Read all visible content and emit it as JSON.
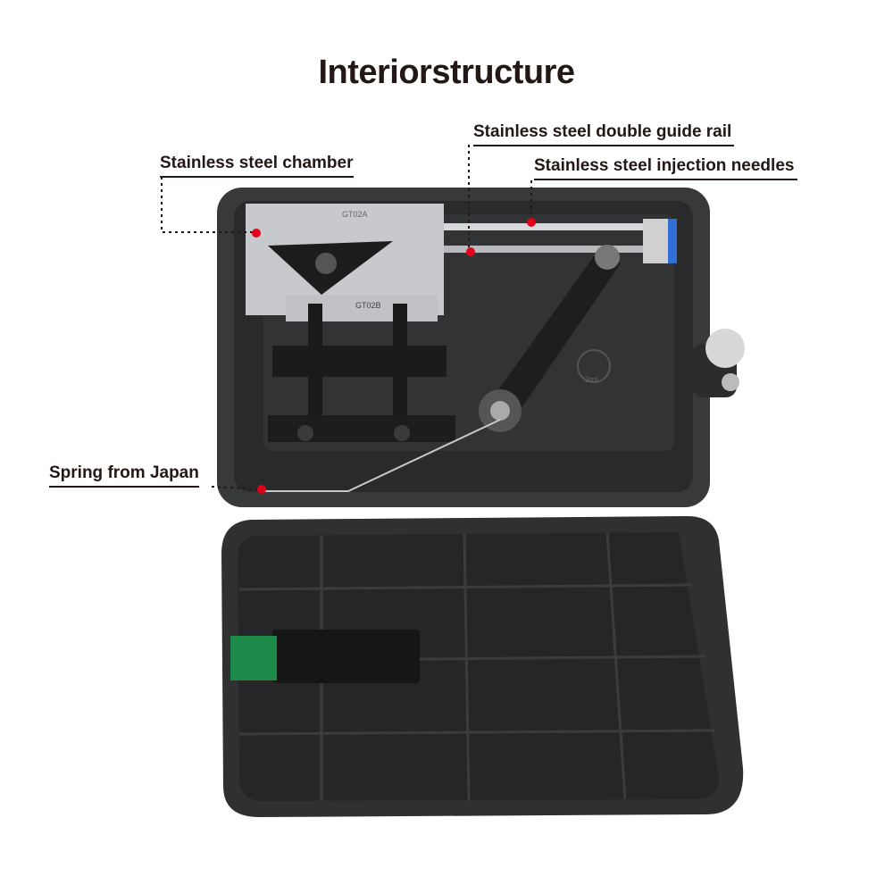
{
  "title": "Interiorstructure",
  "annotations": [
    {
      "id": "chamber",
      "text": "Stainless steel chamber"
    },
    {
      "id": "guide_rail",
      "text": "Stainless steel double guide rail"
    },
    {
      "id": "needles",
      "text": "Stainless steel injection needles"
    },
    {
      "id": "spring",
      "text": "Spring from Japan"
    }
  ],
  "part_markings": [
    "GT02A",
    "GT02B",
    "3ml"
  ],
  "colors": {
    "marker": "#e3001b",
    "text": "#231815",
    "body": "#2b2b2d",
    "steel": "#c9ccd0",
    "pcb": "#1e8a4a"
  }
}
